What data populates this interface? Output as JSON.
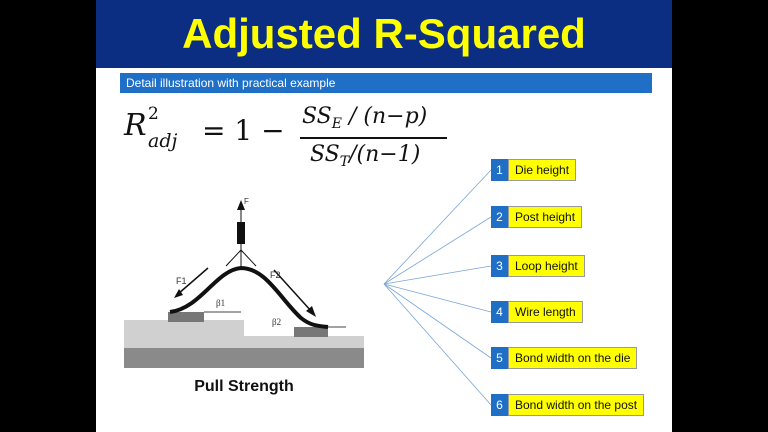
{
  "title": "Adjusted R-Squared",
  "subtitle": "Detail illustration with practical example",
  "formula": {
    "lhs_base": "R",
    "lhs_sup": "2",
    "lhs_sub": "adj",
    "equals": "= 1 −",
    "num_main": "SS",
    "num_sub": "E",
    "num_tail": " / (n−p)",
    "den_main": "SS",
    "den_sub": "T",
    "den_tail": "/(n−1)"
  },
  "diagram": {
    "force_label": "F",
    "f1_label": "F1",
    "f2_label": "F2",
    "beta1_label": "β1",
    "beta2_label": "β2"
  },
  "caption": "Pull Strength",
  "factors": [
    {
      "num": "1",
      "label": "Die height"
    },
    {
      "num": "2",
      "label": "Post height"
    },
    {
      "num": "3",
      "label": "Loop height"
    },
    {
      "num": "4",
      "label": "Wire length"
    },
    {
      "num": "5",
      "label": "Bond width on the die"
    },
    {
      "num": "6",
      "label": "Bond width on the post"
    }
  ],
  "colors": {
    "title_bar": "#0b2e82",
    "title_text": "#ffff00",
    "subtitle_bar": "#1f6fc7",
    "label_fill": "#ffff00",
    "connector": "#7aa6d9"
  }
}
